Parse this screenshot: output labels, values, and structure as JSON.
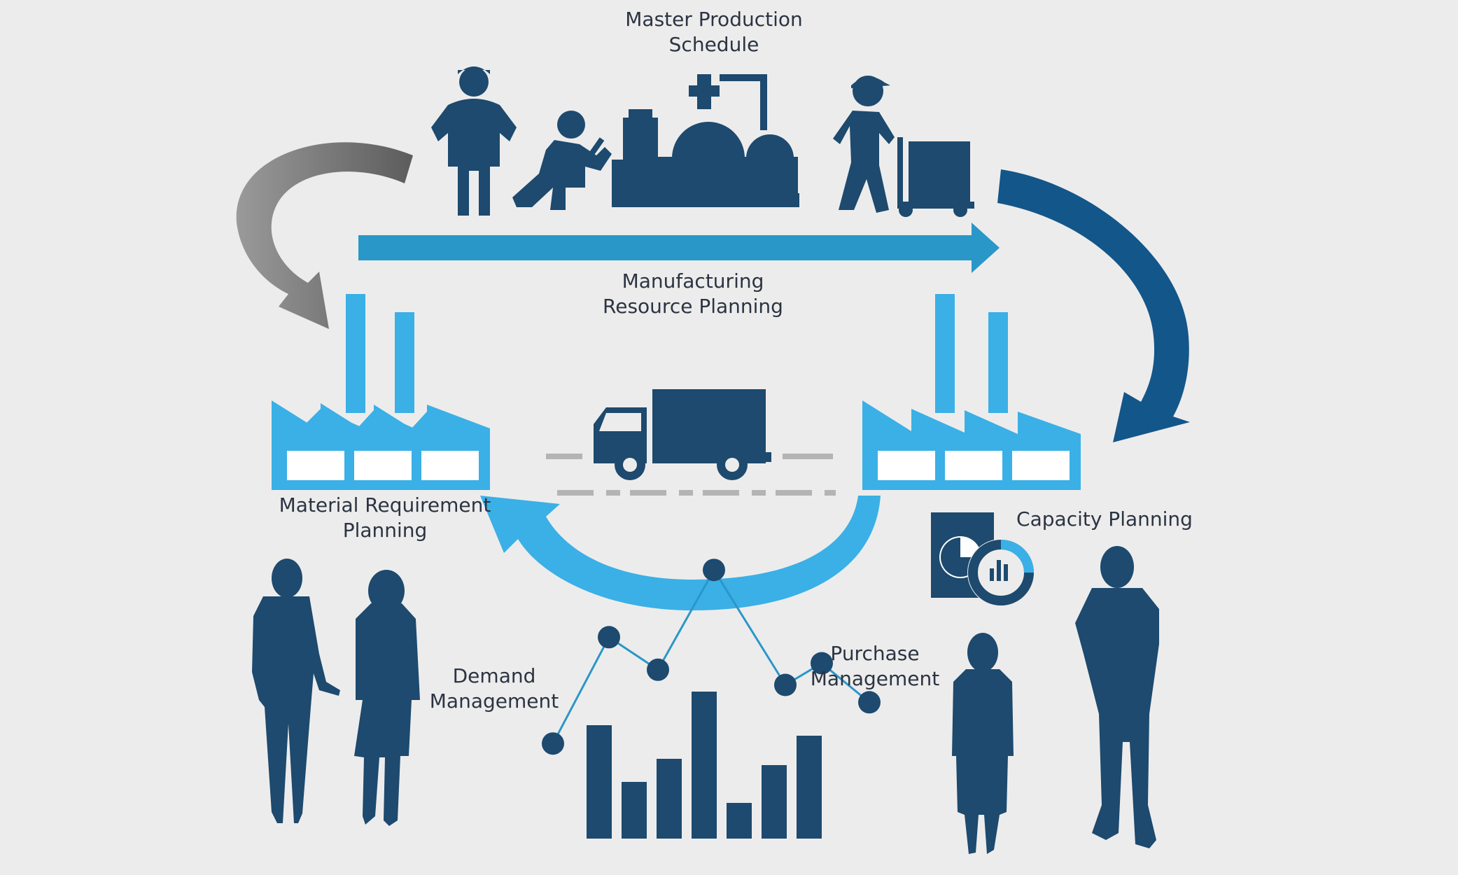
{
  "labels": {
    "master_production": [
      "Master Production",
      "Schedule"
    ],
    "manufacturing_resource": [
      "Manufacturing",
      "Resource Planning"
    ],
    "material_requirement": [
      "Material Requirement",
      "Planning"
    ],
    "capacity": [
      "Capacity Planning"
    ],
    "demand": [
      "Demand",
      "Management"
    ],
    "purchase": [
      "Purchase",
      "Management"
    ]
  },
  "icons": {
    "workers": [
      "engineer-icon",
      "kneeling-mechanic-icon",
      "machinery-gears-icon",
      "worker-pushing-cart-icon"
    ],
    "factories": [
      "factory-icon-left",
      "factory-icon-right"
    ],
    "transport": "delivery-truck-icon",
    "capacity": "capacity-gauge-icon",
    "people": [
      "businessman-icon",
      "businesswoman-icon",
      "businesswoman-icon",
      "businessman-icon"
    ]
  },
  "colors": {
    "background": "#edecec",
    "dark_navy": "#1d4a6e",
    "light_blue": "#3ab0e6",
    "mid_blue": "#2a97c9",
    "arrow_gray": "#6e6e6e",
    "text": "#2b3442"
  },
  "chart": {
    "bars": [
      0.54,
      0.27,
      0.38,
      0.7,
      0.17,
      0.35,
      0.49
    ],
    "line": [
      0.18,
      0.67,
      0.52,
      0.98,
      0.45,
      0.55,
      0.37
    ]
  }
}
